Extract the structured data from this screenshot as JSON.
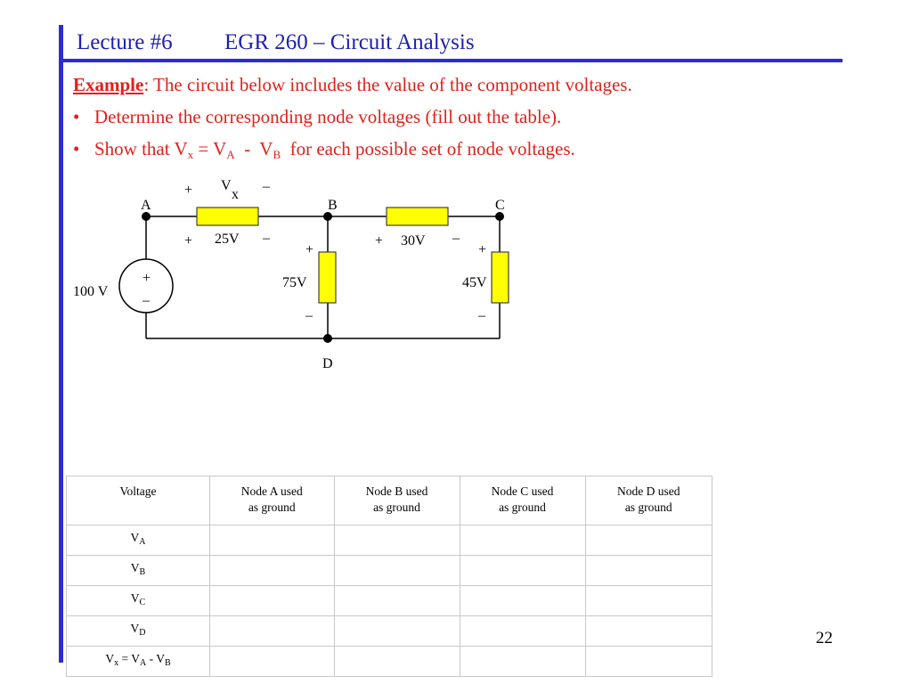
{
  "header": {
    "lecture": "Lecture #6",
    "course": "EGR 260 – Circuit Analysis"
  },
  "intro": {
    "label": "Example",
    "text": ":  The circuit below includes the value of the component voltages."
  },
  "bullets": {
    "b1": "Determine the corresponding node voltages (fill out the table).",
    "b2": {
      "pre": "Show that V",
      "x": "x",
      "eq": " = V",
      "a": "A",
      "minus": "  -  V",
      "b": "B",
      "post": "  for each possible set of node voltages."
    }
  },
  "circuit": {
    "nodes": {
      "a": "A",
      "b": "B",
      "c": "C",
      "d": "D"
    },
    "source": {
      "label": "100 V",
      "plus": "+",
      "minus": "–"
    },
    "vx": {
      "main": "V",
      "sub": "x",
      "plus": "+",
      "minus": "–"
    },
    "r1": {
      "value": "25V",
      "plus": "+",
      "minus": "–"
    },
    "r2": {
      "value": "30V",
      "plus": "+",
      "minus": "–"
    },
    "r3": {
      "value": "75V",
      "plus": "+",
      "minus": "–"
    },
    "r4": {
      "value": "45V",
      "plus": "+",
      "minus": "–"
    },
    "colors": {
      "wire": "#000000",
      "resistor_fill": "#ffff00",
      "resistor_stroke": "#404040"
    }
  },
  "table": {
    "headers": {
      "h0": "Voltage",
      "h1a": "Node A used",
      "h1b": "as ground",
      "h2a": "Node B used",
      "h2b": "as ground",
      "h3a": "Node C used",
      "h3b": "as ground",
      "h4a": "Node D used",
      "h4b": "as ground"
    },
    "rows": {
      "r1": {
        "v": "V",
        "s": "A"
      },
      "r2": {
        "v": "V",
        "s": "B"
      },
      "r3": {
        "v": "V",
        "s": "C"
      },
      "r4": {
        "v": "V",
        "s": "D"
      },
      "r5": {
        "v": "V",
        "x": "x",
        "eq": " = V",
        "a": "A",
        "minus": " - V",
        "b": "B"
      }
    }
  },
  "page": {
    "number": "22"
  },
  "colors": {
    "accent_blue": "#2b2bd9",
    "header_text": "#2020b0",
    "body_red": "#e0211a"
  }
}
